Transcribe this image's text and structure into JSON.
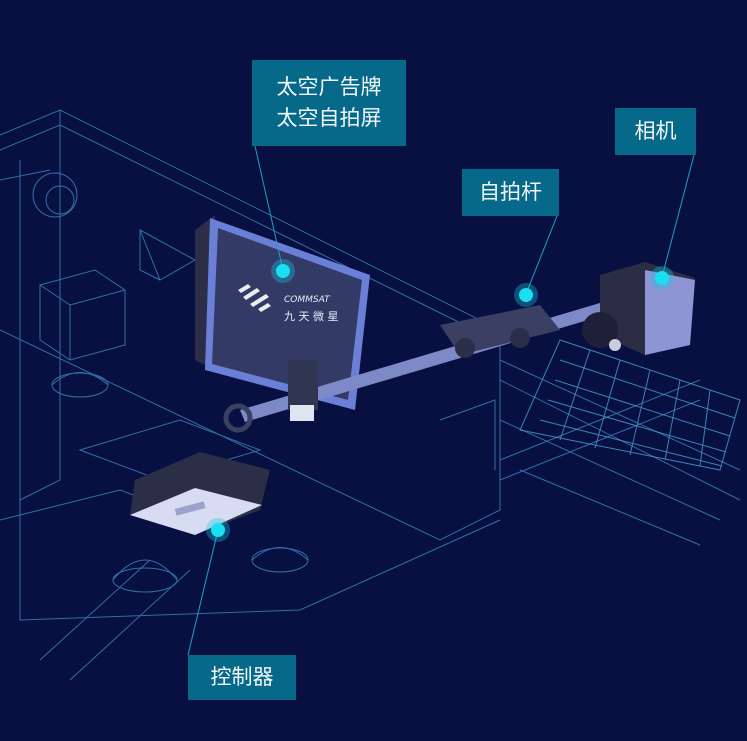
{
  "labels": {
    "billboard": {
      "line1": "太空广告牌",
      "line2": "太空自拍屏"
    },
    "selfie_stick": "自拍杆",
    "camera": "相机",
    "controller": "控制器"
  },
  "screen_logo": {
    "brand_en": "COMMSAT",
    "brand_cn": "九天微星"
  },
  "colors": {
    "background": "#071040",
    "label_bg": "#06698a",
    "marker": "#18e0f0",
    "wireframe": "#3f8fc8"
  }
}
